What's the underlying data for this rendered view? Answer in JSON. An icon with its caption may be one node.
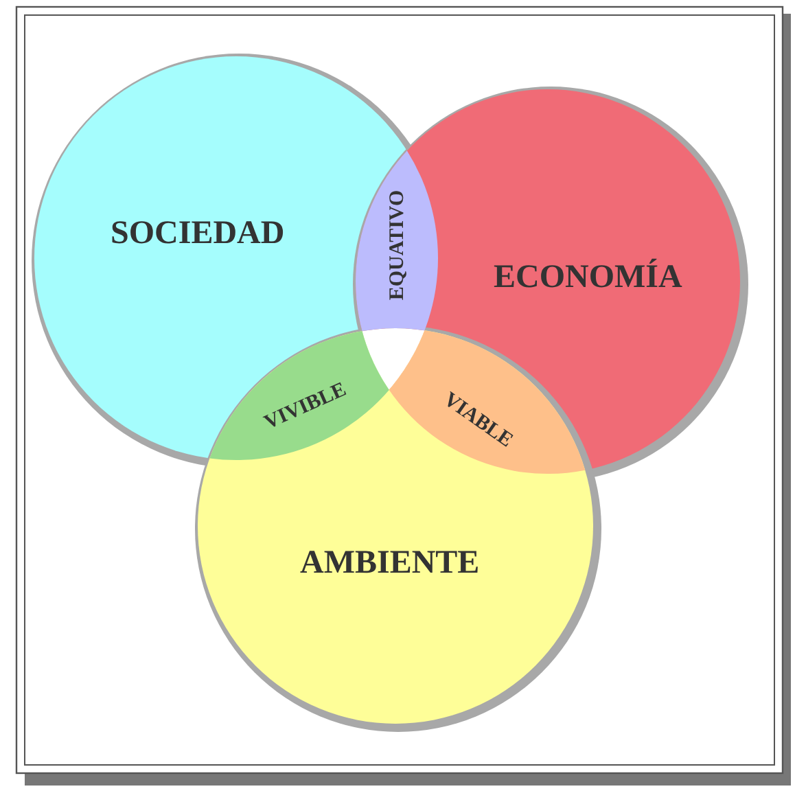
{
  "diagram": {
    "nodes": [
      {
        "text": [
          "SOCIEDAD"
        ]
      },
      {
        "text": [
          "EQUATIVO"
        ]
      },
      {
        "text": [
          "ECONOMÍA"
        ]
      },
      {
        "text": [
          "VIVIBLE"
        ]
      },
      {
        "text": [
          "VIABLE"
        ]
      },
      {
        "text": [
          "AMBIENTE"
        ]
      }
    ]
  }
}
